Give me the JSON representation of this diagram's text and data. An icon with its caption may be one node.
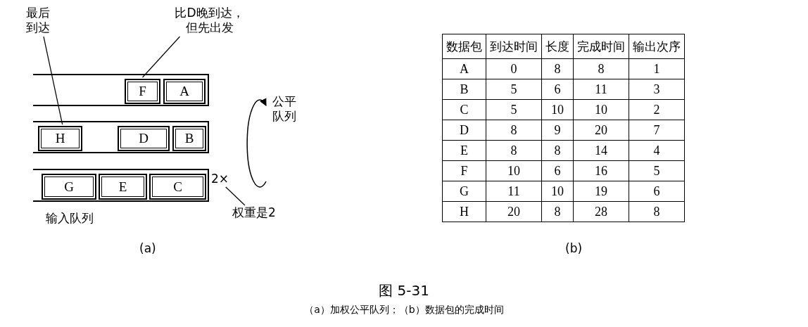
{
  "diagram": {
    "title": "图 5-31",
    "caption": "（a）加权公平队列；（b）数据包的完成时间",
    "nodes": [
      {
        "text": [],
        "shape": "box"
      },
      {
        "text": [
          "F"
        ],
        "in": 0
      },
      {
        "text": [
          "A"
        ],
        "in": 0
      },
      {
        "text": [],
        "shape": "box"
      },
      {
        "text": [
          "H"
        ],
        "in": 3
      },
      {
        "text": [
          "D"
        ],
        "in": 3
      },
      {
        "text": [
          "B"
        ],
        "in": 3
      },
      {
        "text": [],
        "shape": "box"
      },
      {
        "text": [
          "G"
        ],
        "in": 7
      },
      {
        "text": [
          "E"
        ],
        "in": 7
      },
      {
        "text": [
          "C"
        ],
        "in": 7
      },
      {
        "text": [
          "最后到达"
        ]
      },
      {
        "text": [
          "比D晚到达，但先出发"
        ]
      },
      {
        "text": [
          "2×"
        ]
      },
      {
        "text": [
          "权重是2"
        ]
      }
    ],
    "edges": [
      {
        "from": 11,
        "to": 4,
        "arrow": "none"
      },
      {
        "from": 12,
        "to": 1,
        "arrow": "none"
      },
      {
        "from": 14,
        "to": 13,
        "arrow": "none"
      }
    ],
    "labels": [
      "公平队列",
      "数据包",
      "到达时间",
      "长度",
      "完成时间",
      "输出次序",
      "A",
      "0",
      "8",
      "8",
      "1",
      "B",
      "5",
      "6",
      "11",
      "3",
      "C",
      "5",
      "10",
      "10",
      "2",
      "D",
      "8",
      "9",
      "20",
      "7",
      "E",
      "8",
      "8",
      "14",
      "4",
      "F",
      "10",
      "6",
      "16",
      "5",
      "G",
      "11",
      "10",
      "19",
      "6",
      "H",
      "20",
      "8",
      "28",
      "8",
      "输入队列",
      "(a)",
      "(b)"
    ]
  }
}
